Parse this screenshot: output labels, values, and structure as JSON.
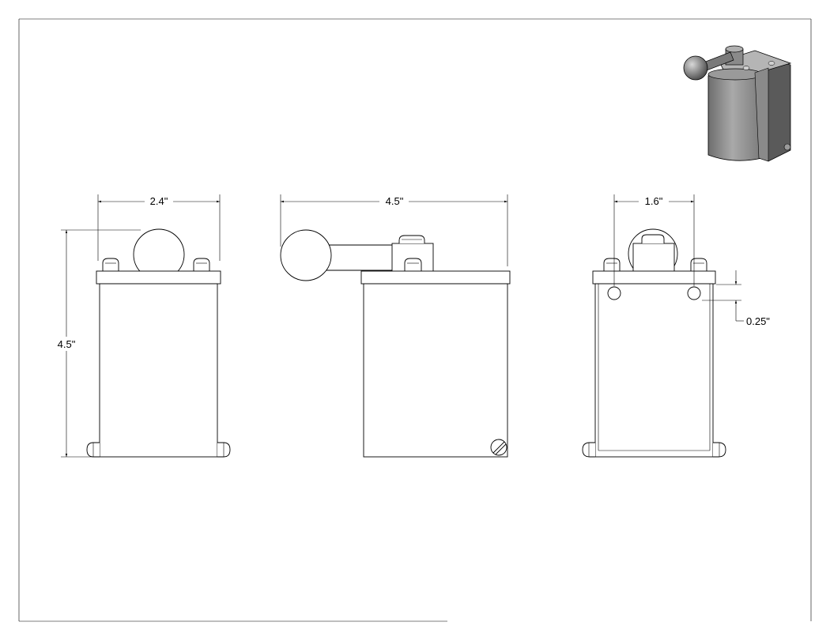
{
  "drawing": {
    "front_view": {
      "width_label": "2.4\"",
      "height_label": "4.5\""
    },
    "side_view": {
      "width_label": "4.5\""
    },
    "rear_view": {
      "hole_spacing_label": "1.6\"",
      "hole_offset_label": "0.25\""
    }
  },
  "colors": {
    "line": "#000000",
    "background": "#ffffff",
    "iso_shade_dark": "#5a5a5a",
    "iso_shade_mid": "#8a8a8a",
    "iso_shade_light": "#b5b5b5"
  }
}
